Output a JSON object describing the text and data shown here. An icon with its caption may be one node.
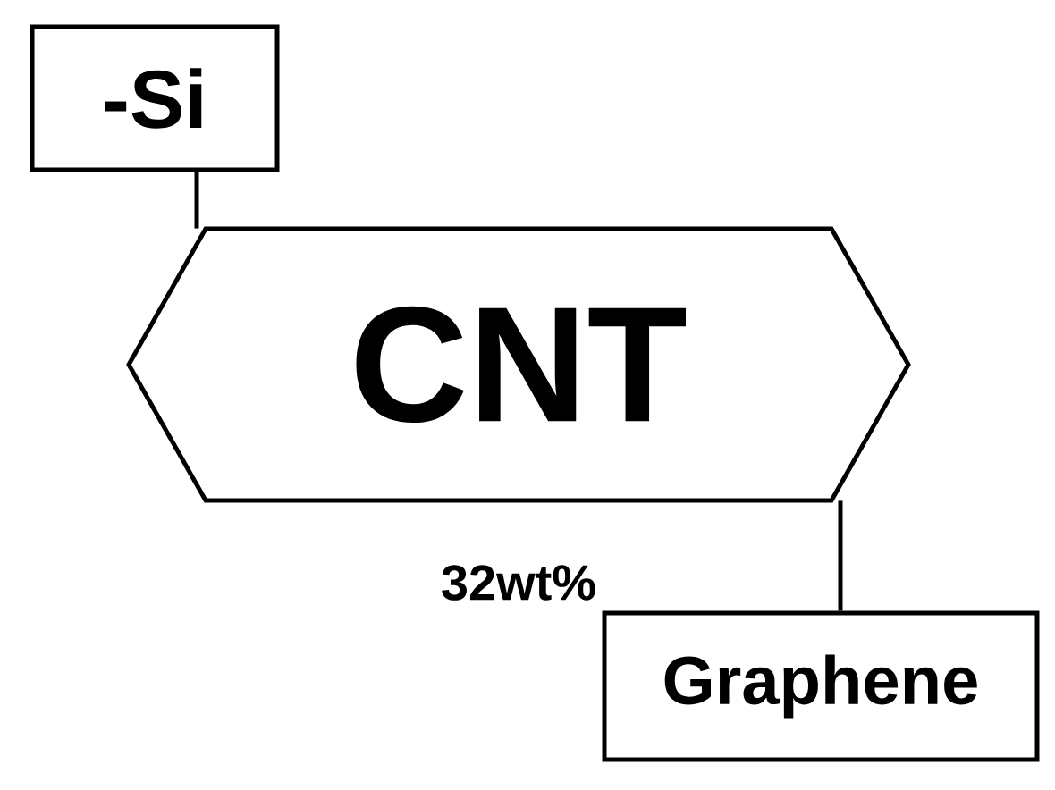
{
  "diagram": {
    "nodes": [
      {
        "text": [
          "-Si"
        ]
      },
      {
        "text": [
          "CNT"
        ]
      },
      {
        "text": [
          "Graphene"
        ]
      }
    ],
    "edges": [
      {
        "from": 0,
        "to": 1,
        "arrow": "none"
      },
      {
        "from": 1,
        "to": 2,
        "arrow": "none"
      }
    ],
    "labels": [
      "32wt%"
    ]
  }
}
